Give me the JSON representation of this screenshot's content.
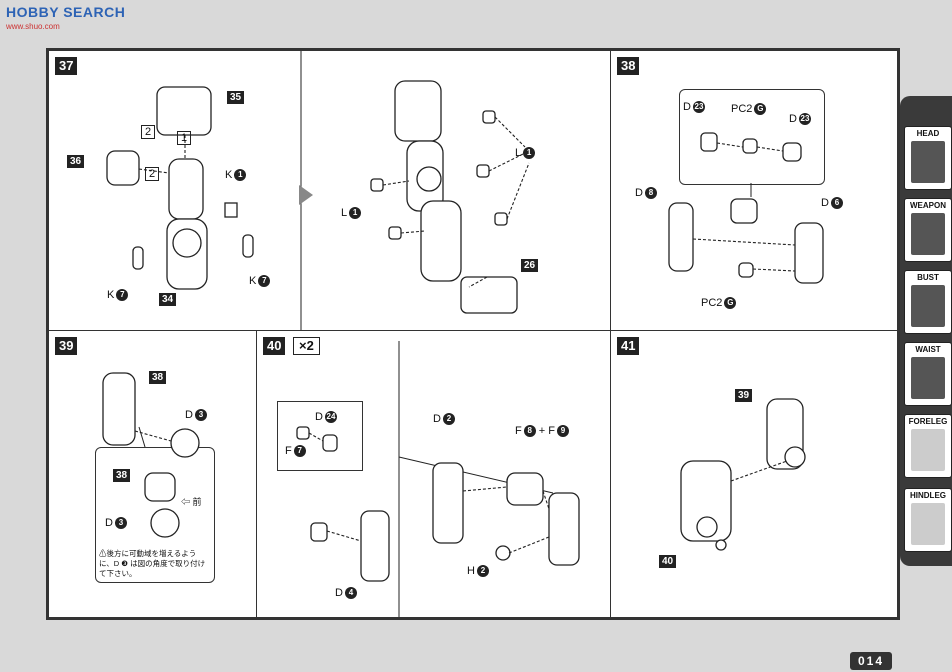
{
  "watermark": {
    "text": "HOBBY SEARCH",
    "url": "www.shuo.com"
  },
  "steps": {
    "s37": {
      "number": "37",
      "part_a": "35",
      "part_b": "36",
      "part_c": "34",
      "part_d": "26",
      "seq1": "1",
      "seq2": "2",
      "seq2b": "2",
      "k_top": "K",
      "k_top_n": "1",
      "k_left": "K",
      "k_left_n": "7",
      "k_right": "K",
      "k_right_n": "7",
      "l_upper": "L",
      "l_upper_n": "1",
      "l_lower": "L",
      "l_lower_n": "1"
    },
    "s38": {
      "number": "38",
      "d_a": "D",
      "d_a_n": "23",
      "pc_top": "PC2",
      "pc_top_n": "G",
      "d_b": "D",
      "d_b_n": "23",
      "d_left": "D",
      "d_left_n": "8",
      "d_right": "D",
      "d_right_n": "6",
      "pc_bottom": "PC2",
      "pc_bottom_n": "G"
    },
    "s39": {
      "number": "39",
      "part": "38",
      "d": "D",
      "d_n": "3",
      "inset_part": "38",
      "inset_d": "D",
      "inset_d_n": "3",
      "front": "⇦ 前",
      "note": "⚠後方に可動域を増えるように、D ❸ は図の角度で取り付けて下さい。"
    },
    "s40": {
      "number": "40",
      "multiplier": "×2",
      "d24": "D",
      "d24_n": "24",
      "f7": "F",
      "f7_n": "7",
      "d2": "D",
      "d2_n": "2",
      "f8": "F",
      "f8_n": "8",
      "plus": "+",
      "f9": "F",
      "f9_n": "9",
      "h2": "H",
      "h2_n": "2",
      "d4": "D",
      "d4_n": "4"
    },
    "s41": {
      "number": "41",
      "part_top": "39",
      "part_bottom": "40"
    }
  },
  "tabs": [
    {
      "label": "HEAD"
    },
    {
      "label": "WEAPON"
    },
    {
      "label": "BUST"
    },
    {
      "label": "WAIST"
    },
    {
      "label": "FORELEG"
    },
    {
      "label": "HINDLEG"
    }
  ],
  "page_number": "014"
}
